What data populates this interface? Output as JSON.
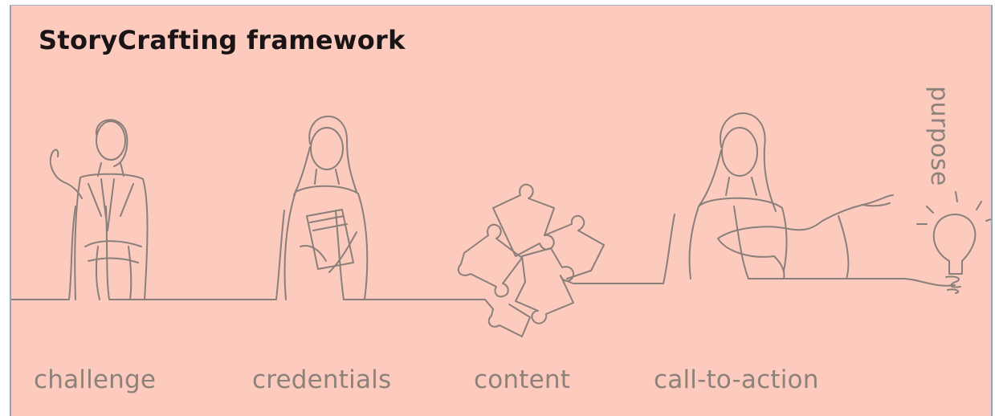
{
  "title": "StoryCrafting framework",
  "stages": [
    "challenge",
    "credentials",
    "content",
    "call-to-action"
  ],
  "purpose_label": "purpose",
  "colors": {
    "background": "#fccbbd",
    "line": "#8a7f7b",
    "title": "#1a1416",
    "label": "#8d817c"
  }
}
